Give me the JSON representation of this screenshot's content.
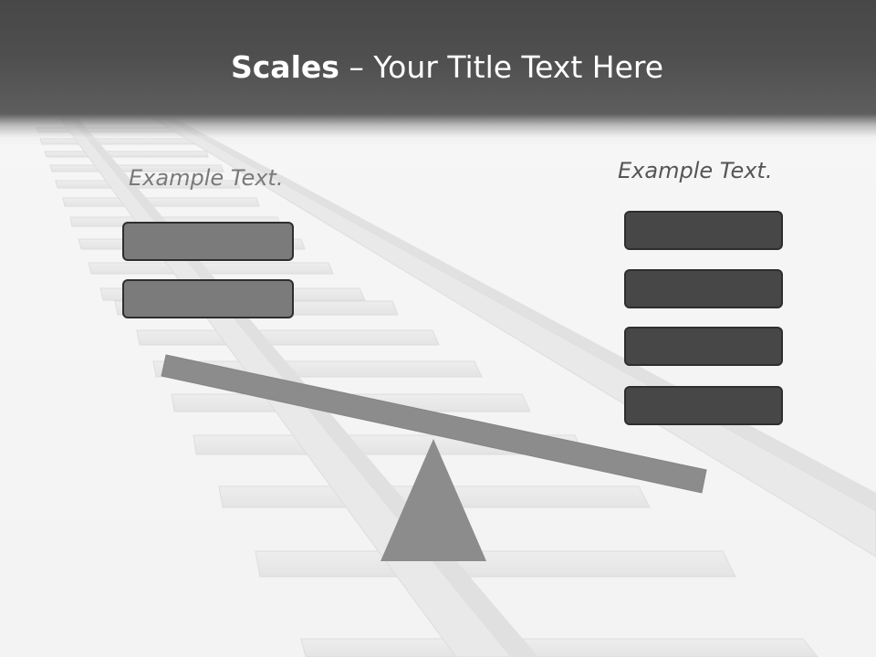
{
  "slide": {
    "title_bold": "Scales",
    "title_rest": " – Your Title Text Here",
    "left_label": "Example Text.",
    "right_label": "Example Text.",
    "left_boxes": [
      "",
      ""
    ],
    "right_boxes": [
      "",
      "",
      "",
      ""
    ]
  },
  "colors": {
    "title_bar": "#4a4a4a",
    "left_box": "#7b7b7b",
    "right_box": "#474747",
    "seesaw": "#8c8c8c"
  }
}
